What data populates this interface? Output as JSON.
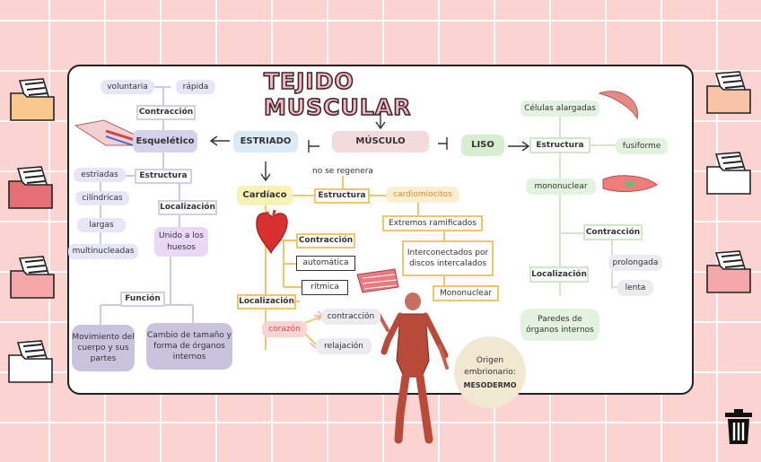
{
  "title": "TEJIDO MUSCULAR",
  "center": {
    "musculo": "MÚSCULO",
    "estriado": "ESTRIADO",
    "liso": "LISO"
  },
  "esqueletico": {
    "label": "Esquelético",
    "voluntaria": "voluntaria",
    "rapida": "rápida",
    "contraccion": "Contracción",
    "estructura": "Estructura",
    "estriadas": "estriadas",
    "cilindricas": "cilíndricas",
    "largas": "largas",
    "multinucleadas": "multinucleadas",
    "localizacion": "Localización",
    "unido": "Unido a los huesos",
    "funcion": "Función",
    "movimiento": "Movimiento del cuerpo y sus partes",
    "cambio": "Cambio de tamaño y forma de órganos internos"
  },
  "cardiaco": {
    "label": "Cardíaco",
    "no_regenera": "no se regenera",
    "estructura": "Estructura",
    "cardiomiocitos": "cardiomiocitos",
    "extremos": "Extremos ramificados",
    "interconectados": "Interconectados por discos intercalados",
    "mononuclear": "Mononuclear",
    "contraccion": "Contracción",
    "automatica": "automática",
    "ritmica": "rítmica",
    "localizacion": "Localización",
    "corazon": "corazón",
    "contraccion2": "contracción",
    "relajacion": "relajación"
  },
  "liso": {
    "celulas": "Células alargadas",
    "estructura": "Estructura",
    "fusiforme": "fusiforme",
    "mononuclear": "mononuclear",
    "contraccion": "Contracción",
    "prolongada": "prolongada",
    "lenta": "lenta",
    "localizacion": "Localización",
    "paredes": "Paredes de órganos internos"
  },
  "origen": {
    "label": "Origen embrionario:",
    "value": "MESODERMO"
  },
  "colors": {
    "pink": "#f6b6be",
    "lavender": "#e6e6f8",
    "mint": "#e3f3df",
    "gold": "#f2c56b",
    "lilac": "#d6d1ea"
  }
}
